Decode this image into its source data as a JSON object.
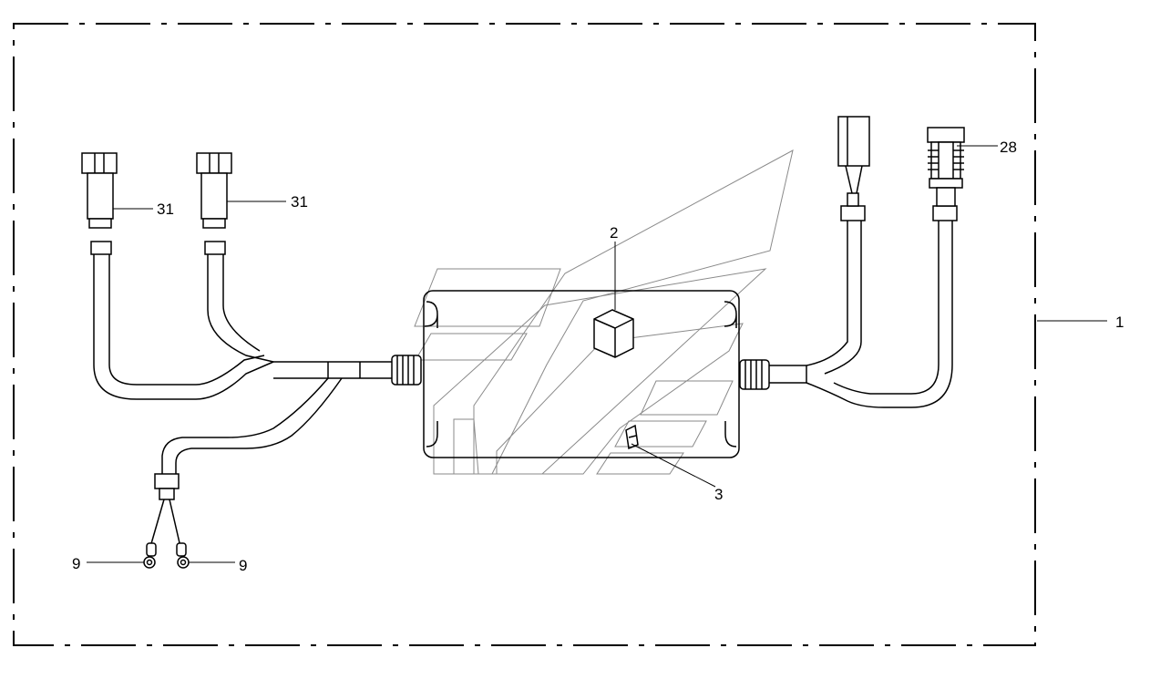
{
  "callouts": {
    "c31a": "31",
    "c31b": "31",
    "c2": "2",
    "c28": "28",
    "c1": "1",
    "c3": "3",
    "c9a": "9",
    "c9b": "9"
  },
  "colors": {
    "line": "#000000",
    "ghost": "#8a8a8a",
    "background": "#ffffff"
  }
}
